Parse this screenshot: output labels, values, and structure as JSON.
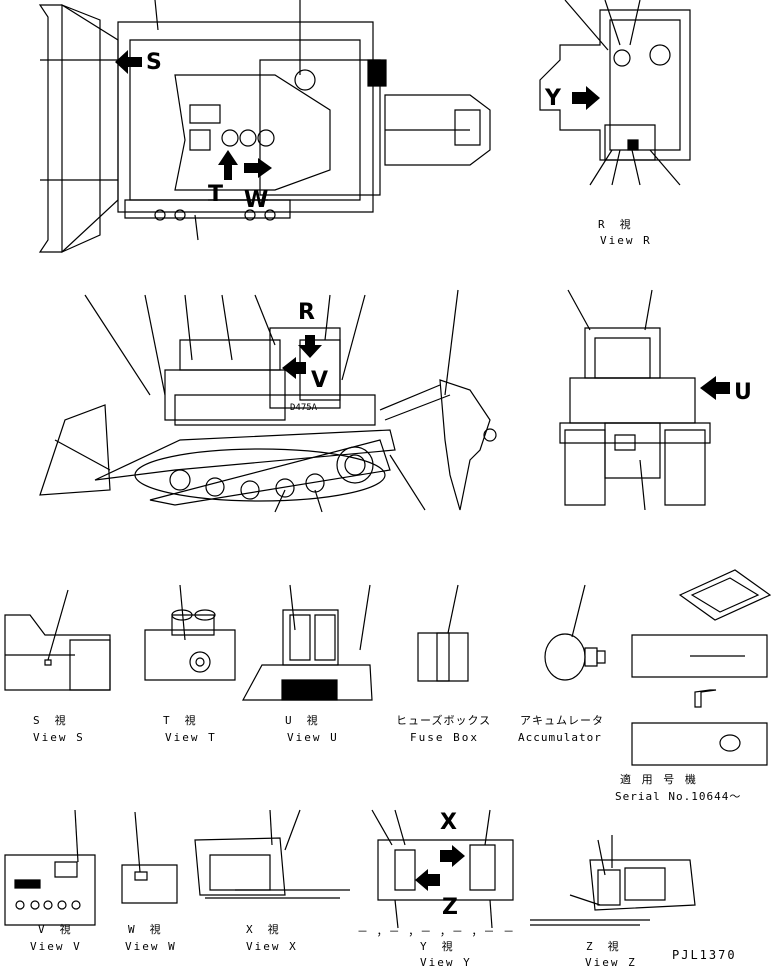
{
  "views": {
    "r": {
      "jp": "R　視",
      "en": "View R"
    },
    "s": {
      "jp": "S　視",
      "en": "View S"
    },
    "t": {
      "jp": "T　視",
      "en": "View T"
    },
    "u": {
      "jp": "U　視",
      "en": "View U"
    },
    "v": {
      "jp": "V　視",
      "en": "View V"
    },
    "w": {
      "jp": "W　視",
      "en": "View W"
    },
    "x": {
      "jp": "X　視",
      "en": "View X"
    },
    "y": {
      "jp": "Y　視",
      "en": "View Y"
    },
    "z": {
      "jp": "Z　視",
      "en": "View Z"
    }
  },
  "fuse_box": {
    "jp": "ヒューズボックス",
    "en": "Fuse Box"
  },
  "accumulator": {
    "jp": "アキュムレータ",
    "en": "Accumulator"
  },
  "serial": {
    "jp": "適 用 号 機",
    "en": "Serial No.10644～"
  },
  "arrow_letters": {
    "s": "S",
    "t": "T",
    "w": "W",
    "y": "Y",
    "r": "R",
    "v": "V",
    "u": "U",
    "x": "X",
    "z": "Z"
  },
  "model_badge": "D475A",
  "drawing_number": "PJL1370",
  "small_marks": {
    "comma": ",",
    "dashes": "－ ，－ ，－ ，－ ，－ －"
  }
}
